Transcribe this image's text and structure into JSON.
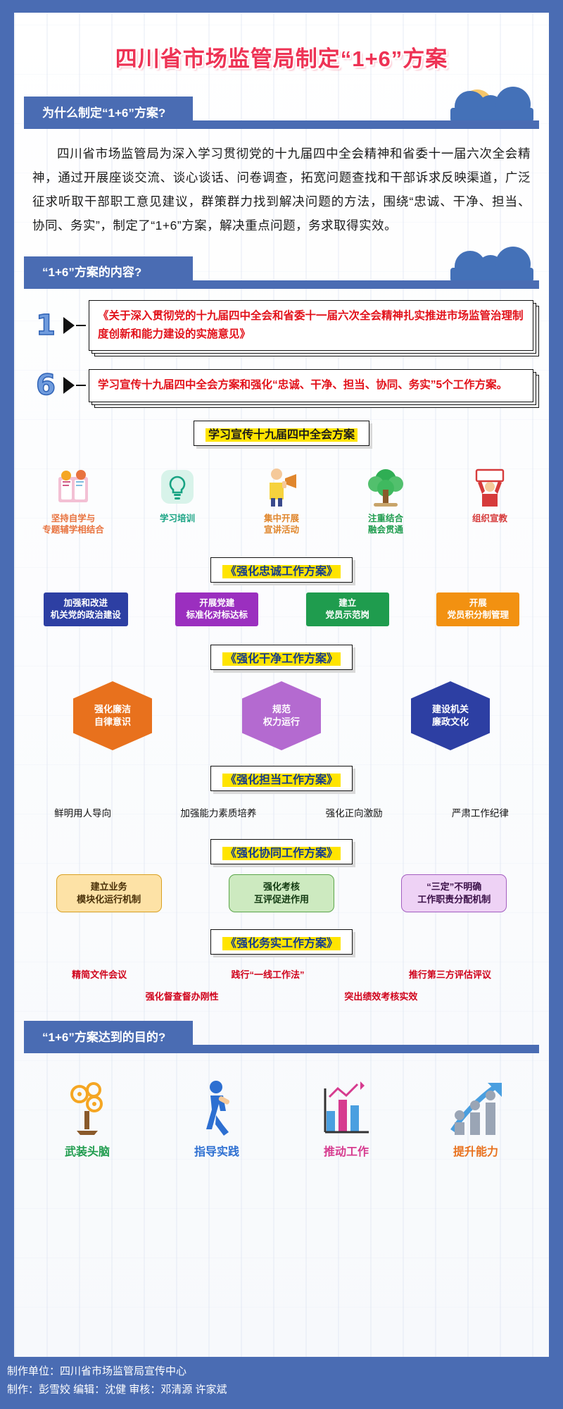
{
  "page": {
    "bg_color": "#4a6cb3",
    "title": "四川省市场监管局制定“1+6”方案",
    "title_color": "#ee3355"
  },
  "section_why": {
    "header": "为什么制定“1+6”方案?",
    "paragraph": "四川省市场监管局为深入学习贯彻党的十九届四中全会精神和省委十一届六次全会精神，通过开展座谈交流、谈心谈话、问卷调查，拓宽问题查找和干部诉求反映渠道，广泛征求听取干部职工意见建议，群策群力找到解决问题的方法，围绕“忠诚、干净、担当、协同、务实”，制定了“1+6”方案，解决重点问题，务求取得实效。"
  },
  "section_content": {
    "header": "“1+6”方案的内容?",
    "items": [
      {
        "number": "1",
        "text": "《关于深入贯彻党的十九届四中全会和省委十一届六次全会精神扎实推进市场监管治理制度创新和能力建设的实施意见》"
      },
      {
        "number": "6",
        "text": "学习宣传十九届四中全会方案和强化“忠诚、干净、担当、协同、务实”5个工作方案。"
      }
    ]
  },
  "plan_study": {
    "chip": "学习宣传十九届四中全会方案",
    "icons": [
      {
        "label": "坚持自学与\n专题辅学相结合",
        "icon": "reading-person-icon",
        "color": "#e8733f"
      },
      {
        "label": "学习培训",
        "icon": "lightbulb-icon",
        "color": "#18a383"
      },
      {
        "label": "集中开展\n宣讲活动",
        "icon": "megaphone-person-icon",
        "color": "#e0862c"
      },
      {
        "label": "注重结合\n融会贯通",
        "icon": "tree-icon",
        "color": "#1f9c4e"
      },
      {
        "label": "组织宣教",
        "icon": "person-banner-icon",
        "color": "#d63b3b"
      }
    ]
  },
  "plan_loyalty": {
    "chip": "《强化忠诚工作方案》",
    "tags": [
      {
        "label": "加强和改进\n机关党的政治建设",
        "color": "#2d3fa3"
      },
      {
        "label": "开展党建\n标准化对标达标",
        "color": "#9b2fbf"
      },
      {
        "label": "建立\n党员示范岗",
        "color": "#1f9c4e"
      },
      {
        "label": "开展\n党员积分制管理",
        "color": "#f29111"
      }
    ]
  },
  "plan_clean": {
    "chip": "《强化干净工作方案》",
    "hexes": [
      {
        "label": "强化廉洁\n自律意识",
        "color": "#e8711d"
      },
      {
        "label": "规范\n权力运行",
        "color": "#b46ad0"
      },
      {
        "label": "建设机关\n廉政文化",
        "color": "#2d3fa3"
      }
    ]
  },
  "plan_duty": {
    "chip": "《强化担当工作方案》",
    "items": [
      "鲜明用人导向",
      "加强能力素质培养",
      "强化正向激励",
      "严肃工作纪律"
    ]
  },
  "plan_cooperate": {
    "chip": "《强化协同工作方案》",
    "tags": [
      {
        "label": "建立业务\n模块化运行机制",
        "bg": "#fde2a6",
        "border": "#d9a021",
        "color": "#4a3108"
      },
      {
        "label": "强化考核\n互评促进作用",
        "bg": "#cdeac0",
        "border": "#5ba64a",
        "color": "#123a11"
      },
      {
        "label": "“三定”不明确\n工作职责分配机制",
        "bg": "#eed2f5",
        "border": "#a35ec0",
        "color": "#3a1048"
      }
    ]
  },
  "plan_practical": {
    "chip": "《强化务实工作方案》",
    "row1": [
      "精简文件会议",
      "践行“一线工作法”",
      "推行第三方评估评议"
    ],
    "row2": [
      "强化督查督办刚性",
      "突出绩效考核实效"
    ]
  },
  "section_goal": {
    "header": "“1+6”方案达到的目的?",
    "items": [
      {
        "label": "武装头脑",
        "icon": "brain-gears-icon",
        "color": "#1f9c4e"
      },
      {
        "label": "指导实践",
        "icon": "walking-person-icon",
        "color": "#2d6fd1"
      },
      {
        "label": "推动工作",
        "icon": "bar-chart-icon",
        "color": "#d63b8f"
      },
      {
        "label": "提升能力",
        "icon": "growth-arrow-people-icon",
        "color": "#e8711d"
      }
    ]
  },
  "footer": {
    "line1": "制作单位：四川省市场监管局宣传中心",
    "line2": "制作：彭雪姣  编辑：沈健    审核：邓清源 许家斌"
  }
}
